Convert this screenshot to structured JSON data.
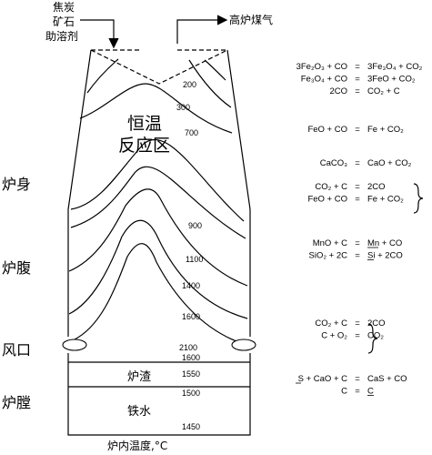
{
  "inputs": {
    "coke": "焦炭",
    "ore": "矿石",
    "flux": "助溶剂"
  },
  "output": "高炉煤气",
  "zones": {
    "body": "炉身",
    "belly": "炉腹",
    "tuyere": "风口",
    "hearth": "炉膛",
    "thermal_reserve_line1": "恒温",
    "thermal_reserve_line2": "反应区"
  },
  "layers": {
    "slag": "炉渣",
    "iron": "铁水"
  },
  "isotherms": [
    "200",
    "300",
    "700",
    "900",
    "1100",
    "1400",
    "1600",
    "2100",
    "1600",
    "1550",
    "1500",
    "1450"
  ],
  "axis_caption": "炉内温度,°C",
  "reaction_groups": [
    {
      "rows": [
        {
          "left": "3Fe₂O₃ + CO",
          "eq": "=",
          "right": "3Fe₃O₄ + CO₂"
        },
        {
          "left": "Fe₃O₄ + CO",
          "eq": "=",
          "right": "3FeO + CO₂"
        },
        {
          "left": "2CO",
          "eq": "=",
          "right": "CO₂ + C"
        }
      ]
    },
    {
      "rows": [
        {
          "left": "FeO + CO",
          "eq": "=",
          "right": "Fe + CO₂"
        }
      ]
    },
    {
      "rows": [
        {
          "left": "CaCO₃",
          "eq": "=",
          "right": "CaO + CO₂"
        }
      ]
    },
    {
      "rows": [
        {
          "left": "CO₂ + C",
          "eq": "=",
          "right": "2CO"
        },
        {
          "left": "FeO + CO",
          "eq": "=",
          "right": "Fe + CO₂"
        }
      ]
    },
    {
      "rows": [
        {
          "left": "MnO + C",
          "eq": "=",
          "right": "Mn + CO"
        },
        {
          "left": "SiO₂ + 2C",
          "eq": "=",
          "right": "Si + 2CO"
        }
      ]
    },
    {
      "rows": [
        {
          "left": "CO₂ + C",
          "eq": "=",
          "right": "2CO"
        },
        {
          "left": "C + O₂",
          "eq": "=",
          "right": "CO₂"
        }
      ]
    },
    {
      "rows": [
        {
          "left": "S + CaO + C",
          "eq": "=",
          "right": "CaS + CO"
        },
        {
          "left": "C",
          "eq": "=",
          "right": "C"
        }
      ]
    }
  ]
}
